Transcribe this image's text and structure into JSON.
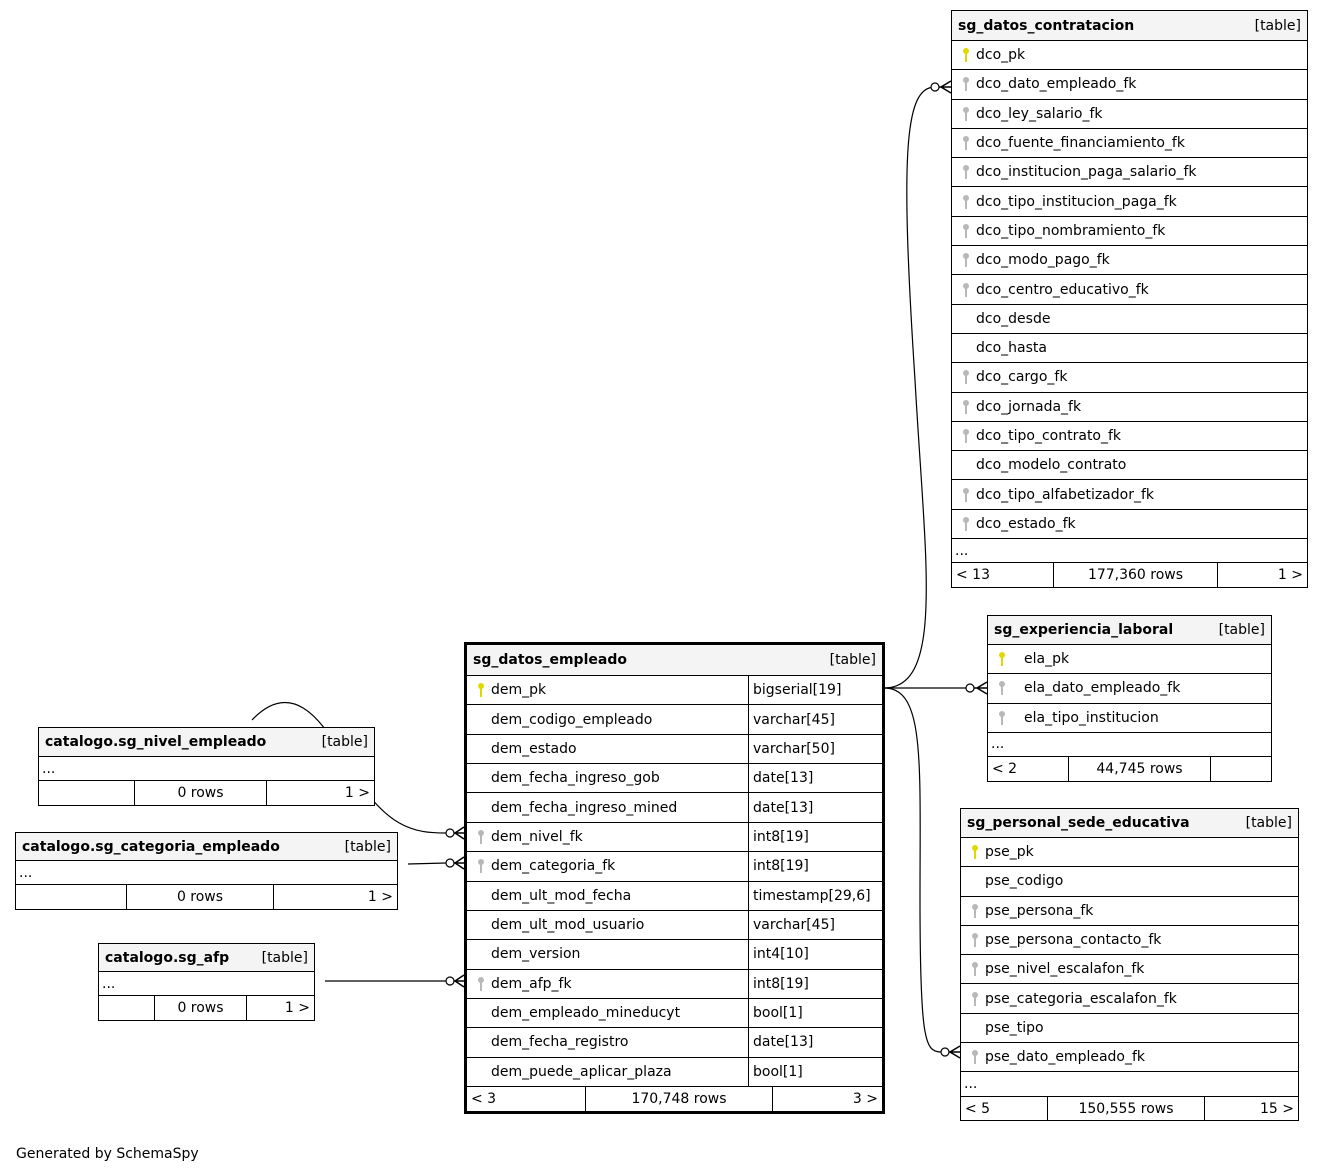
{
  "footer_text": "Generated by SchemaSpy",
  "tables": {
    "contratacion": {
      "name": "sg_datos_contratacion",
      "kind": "[table]",
      "columns": [
        {
          "name": "dco_pk",
          "key": "pk"
        },
        {
          "name": "dco_dato_empleado_fk",
          "key": "fk"
        },
        {
          "name": "dco_ley_salario_fk",
          "key": "fk"
        },
        {
          "name": "dco_fuente_financiamiento_fk",
          "key": "fk"
        },
        {
          "name": "dco_institucion_paga_salario_fk",
          "key": "fk"
        },
        {
          "name": "dco_tipo_institucion_paga_fk",
          "key": "fk"
        },
        {
          "name": "dco_tipo_nombramiento_fk",
          "key": "fk"
        },
        {
          "name": "dco_modo_pago_fk",
          "key": "fk"
        },
        {
          "name": "dco_centro_educativo_fk",
          "key": "fk"
        },
        {
          "name": "dco_desde",
          "key": ""
        },
        {
          "name": "dco_hasta",
          "key": ""
        },
        {
          "name": "dco_cargo_fk",
          "key": "fk"
        },
        {
          "name": "dco_jornada_fk",
          "key": "fk"
        },
        {
          "name": "dco_tipo_contrato_fk",
          "key": "fk"
        },
        {
          "name": "dco_modelo_contrato",
          "key": ""
        },
        {
          "name": "dco_tipo_alfabetizador_fk",
          "key": "fk"
        },
        {
          "name": "dco_estado_fk",
          "key": "fk"
        }
      ],
      "more": "...",
      "footer": [
        "< 13",
        "177,360 rows",
        "1 >"
      ]
    },
    "empleado": {
      "name": "sg_datos_empleado",
      "kind": "[table]",
      "columns": [
        {
          "name": "dem_pk",
          "key": "pk",
          "type": "bigserial[19]"
        },
        {
          "name": "dem_codigo_empleado",
          "key": "",
          "type": "varchar[45]"
        },
        {
          "name": "dem_estado",
          "key": "",
          "type": "varchar[50]"
        },
        {
          "name": "dem_fecha_ingreso_gob",
          "key": "",
          "type": "date[13]"
        },
        {
          "name": "dem_fecha_ingreso_mined",
          "key": "",
          "type": "date[13]"
        },
        {
          "name": "dem_nivel_fk",
          "key": "fk",
          "type": "int8[19]"
        },
        {
          "name": "dem_categoria_fk",
          "key": "fk",
          "type": "int8[19]"
        },
        {
          "name": "dem_ult_mod_fecha",
          "key": "",
          "type": "timestamp[29,6]"
        },
        {
          "name": "dem_ult_mod_usuario",
          "key": "",
          "type": "varchar[45]"
        },
        {
          "name": "dem_version",
          "key": "",
          "type": "int4[10]"
        },
        {
          "name": "dem_afp_fk",
          "key": "fk",
          "type": "int8[19]"
        },
        {
          "name": "dem_empleado_mineducyt",
          "key": "",
          "type": "bool[1]"
        },
        {
          "name": "dem_fecha_registro",
          "key": "",
          "type": "date[13]"
        },
        {
          "name": "dem_puede_aplicar_plaza",
          "key": "",
          "type": "bool[1]"
        }
      ],
      "footer": [
        "< 3",
        "170,748 rows",
        "3 >"
      ]
    },
    "experiencia": {
      "name": "sg_experiencia_laboral",
      "kind": "[table]",
      "columns": [
        {
          "name": "ela_pk",
          "key": "pk"
        },
        {
          "name": "ela_dato_empleado_fk",
          "key": "fk"
        },
        {
          "name": "ela_tipo_institucion",
          "key": "fk"
        }
      ],
      "more": "...",
      "footer": [
        "< 2",
        "44,745 rows",
        ""
      ]
    },
    "personal": {
      "name": "sg_personal_sede_educativa",
      "kind": "[table]",
      "columns": [
        {
          "name": "pse_pk",
          "key": "pk"
        },
        {
          "name": "pse_codigo",
          "key": ""
        },
        {
          "name": "pse_persona_fk",
          "key": "fk"
        },
        {
          "name": "pse_persona_contacto_fk",
          "key": "fk"
        },
        {
          "name": "pse_nivel_escalafon_fk",
          "key": "fk"
        },
        {
          "name": "pse_categoria_escalafon_fk",
          "key": "fk"
        },
        {
          "name": "pse_tipo",
          "key": ""
        },
        {
          "name": "pse_dato_empleado_fk",
          "key": "fk"
        }
      ],
      "more": "...",
      "footer": [
        "< 5",
        "150,555 rows",
        "15 >"
      ]
    },
    "nivel": {
      "name": "catalogo.sg_nivel_empleado",
      "kind": "[table]",
      "columns": [],
      "more": "...",
      "footer": [
        "",
        "0 rows",
        "1 >"
      ]
    },
    "categoria": {
      "name": "catalogo.sg_categoria_empleado",
      "kind": "[table]",
      "columns": [],
      "more": "...",
      "footer": [
        "",
        "0 rows",
        "1 >"
      ]
    },
    "afp": {
      "name": "catalogo.sg_afp",
      "kind": "[table]",
      "columns": [],
      "more": "...",
      "footer": [
        "",
        "0 rows",
        "1 >"
      ]
    }
  },
  "colors": {
    "pk_key": "#e0d800",
    "fk_key": "#b8b8b8",
    "header_bg": "#f4f4f4"
  }
}
